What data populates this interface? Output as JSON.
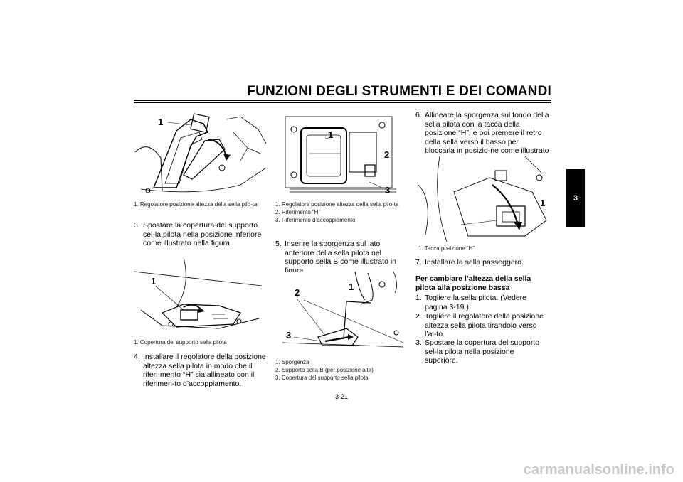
{
  "header": {
    "title": "FUNZIONI DEGLI STRUMENTI E DEI COMANDI"
  },
  "chapter_tab": "3",
  "column1": {
    "figure1": {
      "callouts": [
        "1"
      ]
    },
    "caption1": [
      "1. Regolatore posizione altezza della sella pilo-ta"
    ],
    "step3": {
      "number": "3.",
      "text": "Spostare la copertura del supporto sel-la pilota nella posizione inferiore come illustrato nella figura."
    },
    "figure2": {
      "callouts": [
        "1"
      ]
    },
    "caption2": [
      "1. Copertura del supporto sella pilota"
    ],
    "step4": {
      "number": "4.",
      "text": "Installare il regolatore della posizione altezza sella pilota in modo che il riferi-mento “H” sia allineato con il riferimen-to d’accoppiamento."
    }
  },
  "column2": {
    "figure1": {
      "callouts": [
        "1",
        "2",
        "3"
      ]
    },
    "caption1": [
      "1. Regolatore posizione altezza della sella pilo-ta",
      "2. Riferimento “H”",
      "3. Riferimento d’accoppiamento"
    ],
    "step5": {
      "number": "5.",
      "text": "Inserire la sporgenza sul lato anteriore della sella pilota nel supporto sella B come illustrato in figura."
    },
    "figure2": {
      "callouts": [
        "1",
        "2",
        "3"
      ]
    },
    "caption2": [
      "1. Sporgenza",
      "2. Supporto sella B (per posizione alta)",
      "3. Copertura del supporto sella pilota"
    ]
  },
  "column3": {
    "step6": {
      "number": "6.",
      "text": "Allineare la sporgenza sul fondo della sella pilota con la tacca della posizione “H”, e poi premere il retro della sella verso il basso per bloccarla in posizio-ne come illustrato nella figura."
    },
    "figure1": {
      "callouts": [
        "1"
      ]
    },
    "caption1": [
      "1. Tacca posizione “H”"
    ],
    "step7": {
      "number": "7.",
      "text": "Installare la sella passeggero."
    },
    "heading": "Per cambiare l’altezza della sella pilota alla posizione bassa",
    "low_steps": [
      {
        "number": "1.",
        "text": "Togliere la sella pilota. (Vedere pagina 3-19.)"
      },
      {
        "number": "2.",
        "text": "Togliere il regolatore della posizione altezza sella pilota tirandolo verso l’al-to."
      },
      {
        "number": "3.",
        "text": "Spostare la copertura del supporto sel-la pilota nella posizione superiore."
      }
    ]
  },
  "footer": {
    "page_number": "3-21"
  },
  "watermark": "carmanualsonline.info"
}
